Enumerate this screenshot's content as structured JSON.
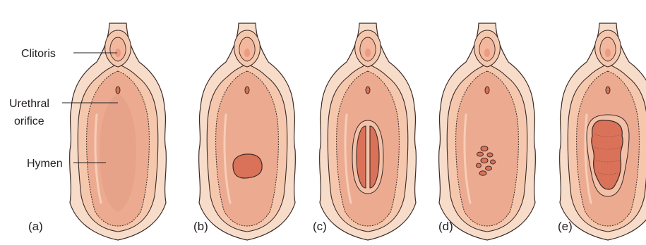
{
  "labels": {
    "clitoris": "Clitoris",
    "urethral_line1": "Urethral",
    "urethral_line2": "orifice",
    "hymen": "Hymen"
  },
  "panels": [
    {
      "letter": "(a)",
      "opening": "none"
    },
    {
      "letter": "(b)",
      "opening": "single"
    },
    {
      "letter": "(c)",
      "opening": "septate"
    },
    {
      "letter": "(d)",
      "opening": "cribriform"
    },
    {
      "letter": "(e)",
      "opening": "irregular"
    }
  ],
  "colors": {
    "outer": "#f8dcca",
    "labia_minora": "#f5c8ae",
    "vestibule": "#ecab91",
    "hymen_area": "#e59e85",
    "opening": "#d97259",
    "outline": "#3b2a26"
  }
}
